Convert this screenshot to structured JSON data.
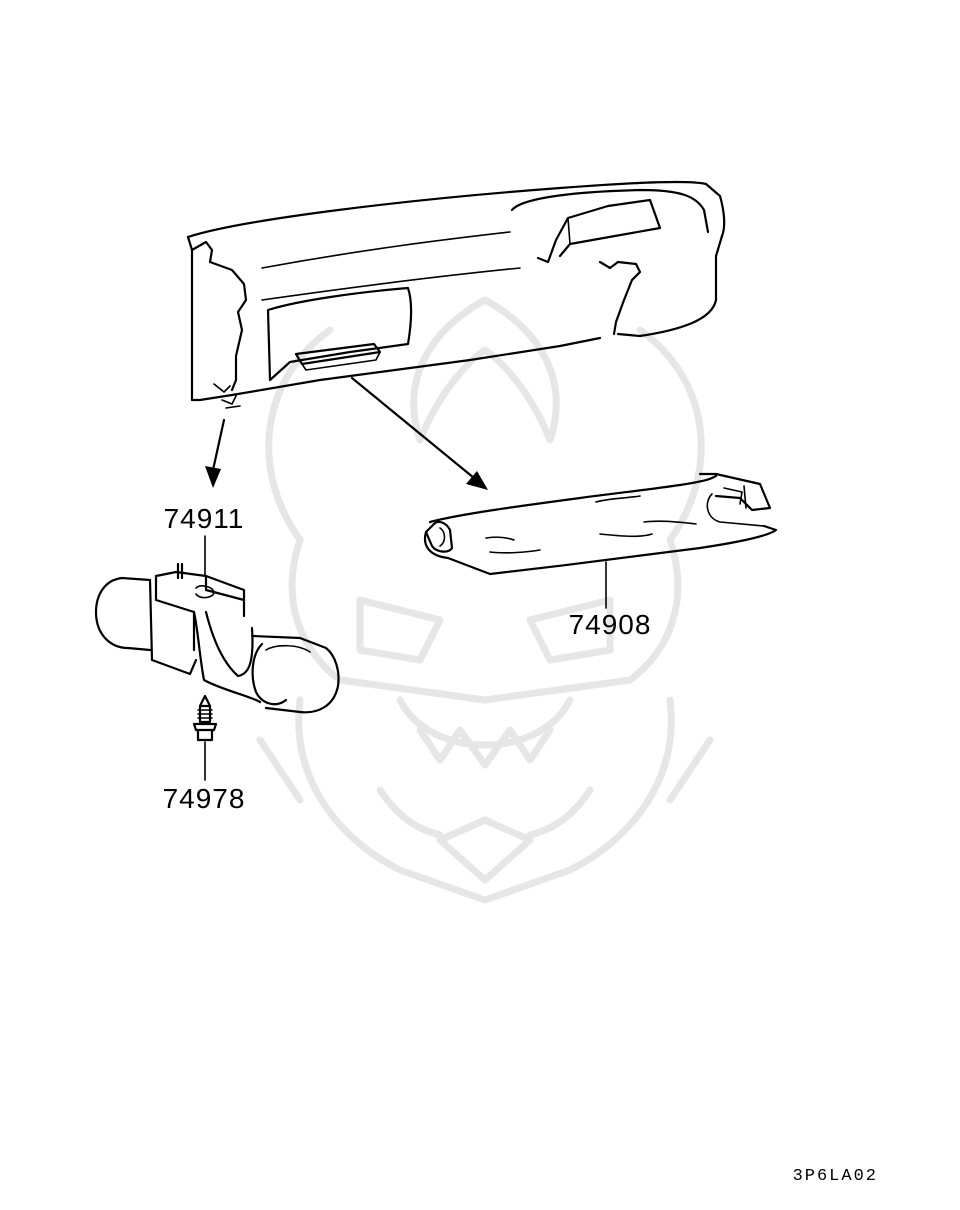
{
  "parts": {
    "clip": {
      "number": "74911"
    },
    "screw": {
      "number": "74978"
    },
    "cover": {
      "number": "74908"
    }
  },
  "diagram_code": "3P6LA02",
  "watermark": {
    "icon": "samurai-helmet-icon",
    "color": "#e6e6e6"
  },
  "line_color": "#000000"
}
